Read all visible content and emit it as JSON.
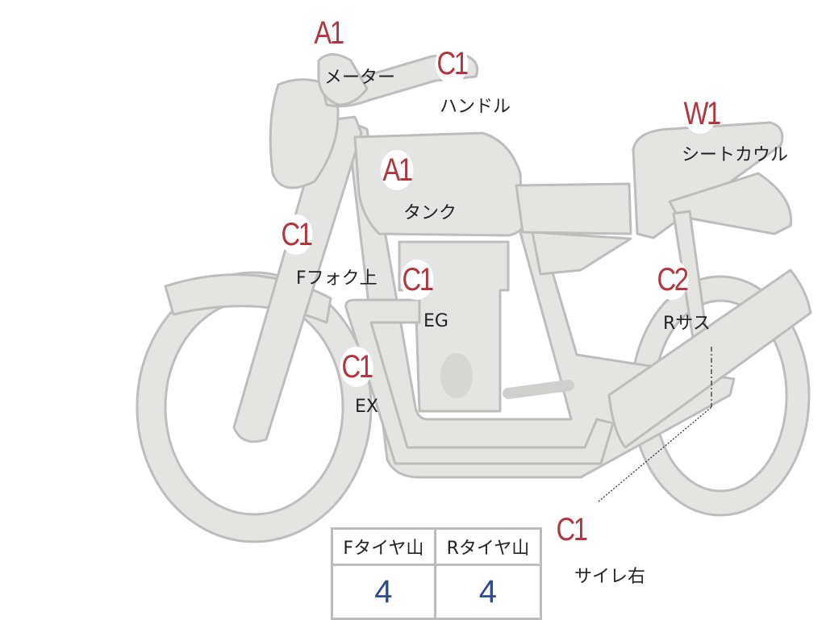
{
  "labels": {
    "meter": {
      "grade": "A1",
      "part": "メーター"
    },
    "handle": {
      "grade": "C1",
      "part": "ハンドル"
    },
    "tank": {
      "grade": "A1",
      "part": "タンク"
    },
    "seat_cowl": {
      "grade": "W1",
      "part": "シートカウル"
    },
    "fork_upper": {
      "grade": "C1",
      "part": "Fフォク上"
    },
    "engine": {
      "grade": "C1",
      "part": "EG"
    },
    "rear_suspension": {
      "grade": "C2",
      "part": "Rサス"
    },
    "exhaust": {
      "grade": "C1",
      "part": "EX"
    },
    "muffler_right": {
      "grade": "C1",
      "part": "サイレ右"
    }
  },
  "tires": {
    "front": {
      "label": "Fタイヤ山",
      "value": "4"
    },
    "rear": {
      "label": "Rタイヤ山",
      "value": "4"
    }
  },
  "colors": {
    "grade_text": "#b0373e",
    "tire_value": "#2e4a8a",
    "body_fill": "#e4e4e2",
    "body_stroke": "#bdbdbb"
  }
}
